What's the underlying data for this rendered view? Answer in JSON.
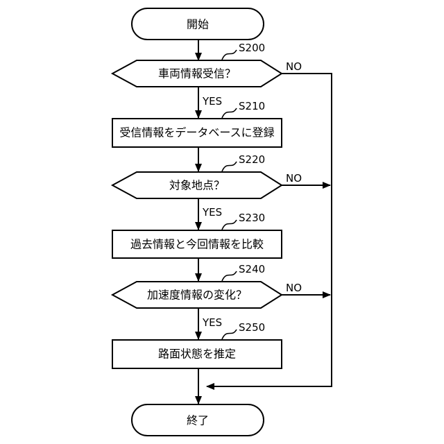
{
  "flowchart": {
    "start": {
      "label": "開始"
    },
    "end": {
      "label": "終了"
    },
    "steps": [
      {
        "id": "S200",
        "kind": "decision",
        "label": "車両情報受信？",
        "no_label": "NO",
        "yes_label": "YES"
      },
      {
        "id": "S210",
        "kind": "process",
        "label": "受信情報をデータベースに登録"
      },
      {
        "id": "S220",
        "kind": "decision",
        "label": "対象地点？",
        "no_label": "NO",
        "yes_label": "YES"
      },
      {
        "id": "S230",
        "kind": "process",
        "label": "過去情報と今回情報を比較"
      },
      {
        "id": "S240",
        "kind": "decision",
        "label": "加速度情報の変化？",
        "no_label": "NO",
        "yes_label": "YES"
      },
      {
        "id": "S250",
        "kind": "process",
        "label": "路面状態を推定"
      }
    ]
  }
}
